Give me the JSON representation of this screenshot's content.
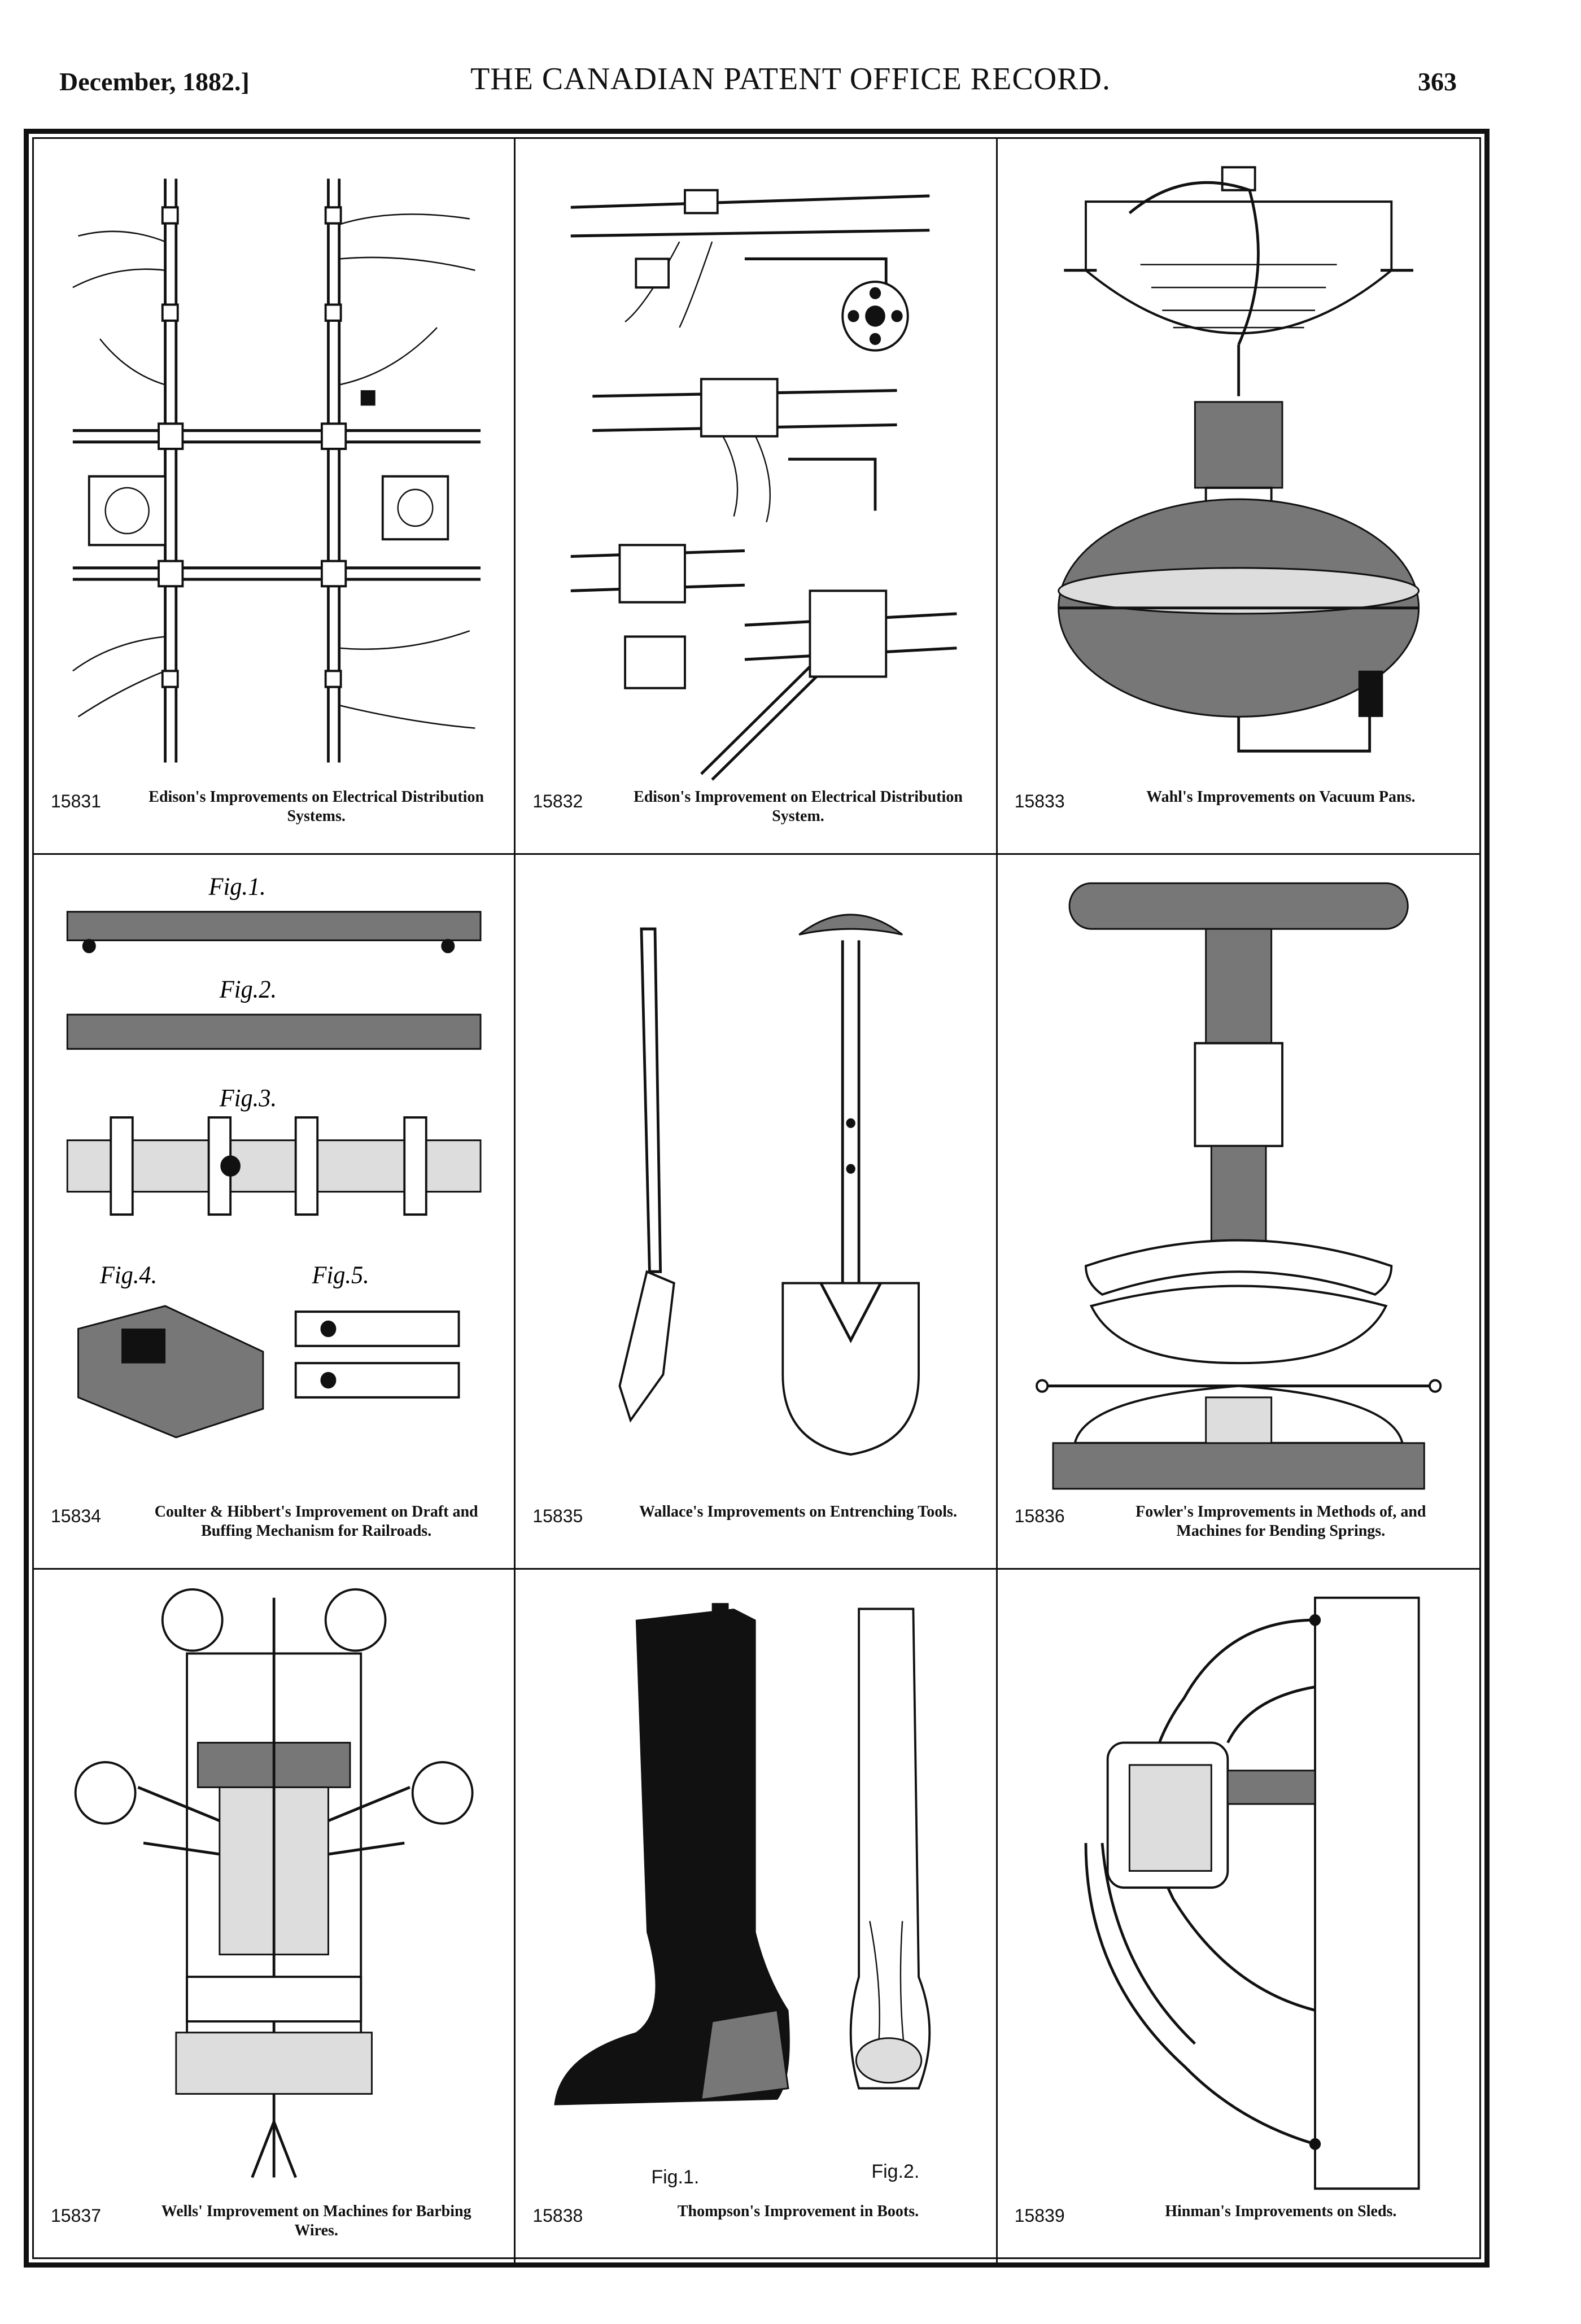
{
  "header": {
    "date": "December, 1882.]",
    "title": "THE CANADIAN PATENT OFFICE RECORD.",
    "page_number": "363"
  },
  "patents": [
    {
      "number": "15831",
      "caption": "Edison's Improvements on Electrical Distribution Systems.",
      "drawing": "electrical-distribution-grid"
    },
    {
      "number": "15832",
      "caption": "Edison's Improvement on Electrical Distribution System.",
      "drawing": "electrical-conductor-junctions"
    },
    {
      "number": "15833",
      "caption": "Wahl's Improvements on Vacuum Pans.",
      "drawing": "vacuum-pan"
    },
    {
      "number": "15834",
      "caption": "Coulter & Hibbert's Improvement on Draft and Buffing Mechanism for Railroads.",
      "drawing": "draft-buffing-mechanism"
    },
    {
      "number": "15835",
      "caption": "Wallace's Improvements on Entrenching Tools.",
      "drawing": "entrenching-tool"
    },
    {
      "number": "15836",
      "caption": "Fowler's Improvements in Methods of, and Machines for Bending Springs.",
      "drawing": "spring-bending-press"
    },
    {
      "number": "15837",
      "caption": "Wells' Improvement on Machines for Barbing Wires.",
      "drawing": "wire-barbing-machine"
    },
    {
      "number": "15838",
      "caption": "Thompson's Improvement in Boots.",
      "drawing": "boot"
    },
    {
      "number": "15839",
      "caption": "Hinman's Improvements on Sleds.",
      "drawing": "sled-runner"
    }
  ],
  "figure_labels": {
    "boot_fig1": "Fig.1.",
    "boot_fig2": "Fig.2.",
    "railroad_fig1": "Fig.1.",
    "railroad_fig2": "Fig.2.",
    "railroad_fig3": "Fig.3.",
    "railroad_fig4": "Fig.4.",
    "railroad_fig5": "Fig.5."
  }
}
